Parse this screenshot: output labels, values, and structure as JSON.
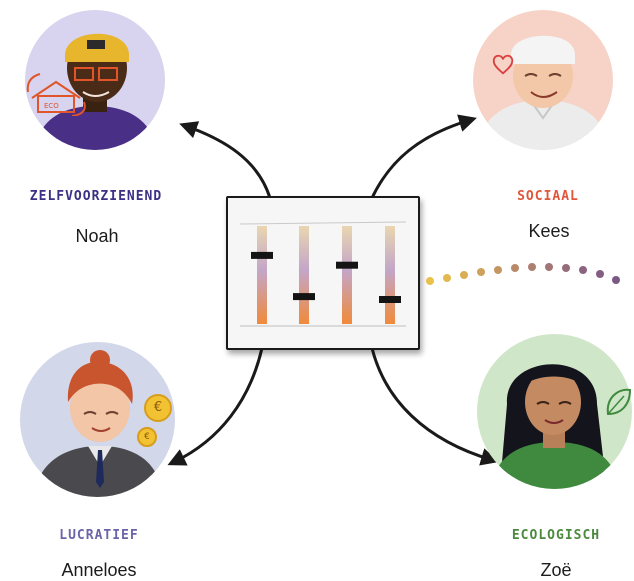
{
  "personas": {
    "top_left": {
      "tag": "Zelfvoorzienend",
      "name": "Noah",
      "tag_color": "#3b2f86",
      "circle_color": "#d8d3ef"
    },
    "top_right": {
      "tag": "Sociaal",
      "name": "Kees",
      "tag_color": "#e0563a",
      "circle_color": "#f6d3c6"
    },
    "bottom_left": {
      "tag": "Lucratief",
      "name": "Anneloes",
      "tag_color": "#6a64a8",
      "circle_color": "#d2d7e9"
    },
    "bottom_right": {
      "tag": "Ecologisch",
      "name": "Zoë",
      "tag_color": "#4b8a3c",
      "circle_color": "#cfe6c9"
    }
  },
  "slider_board": {
    "slider_levels": [
      0.7,
      0.28,
      0.6,
      0.25
    ]
  },
  "decorations": {
    "coin_symbol": "€",
    "house_sign": "ECO"
  }
}
